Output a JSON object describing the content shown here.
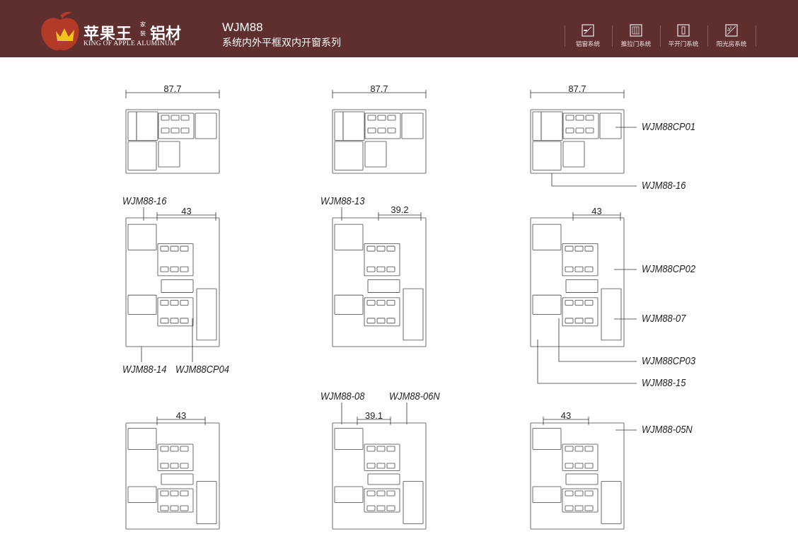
{
  "header": {
    "brand_cn": "苹果王",
    "brand_small": "家装",
    "brand_cn2": "铝材",
    "brand_en": "KING OF APPLE ALUMINUM",
    "title": "WJM88",
    "subtitle": "系统内外平框双内开窗系列",
    "nav": [
      {
        "label": "铝窗系统",
        "icon": "window-icon"
      },
      {
        "label": "推拉门系统",
        "icon": "sliding-door-icon"
      },
      {
        "label": "平开门系统",
        "icon": "casement-door-icon"
      },
      {
        "label": "阳光房系统",
        "icon": "sunroom-icon"
      }
    ],
    "colors": {
      "bg": "#5f2e2e",
      "apple": "#b33a26",
      "crown": "#f2c31a"
    }
  },
  "drawings": {
    "row1": {
      "dims": [
        "87.7",
        "87.7",
        "87.7"
      ]
    },
    "row2": {
      "dims": [
        "43",
        "39.2",
        "43"
      ]
    },
    "row3": {
      "dims": [
        "43",
        "39.1",
        "43"
      ]
    }
  },
  "labels": {
    "cp01": "WJM88CP01",
    "b16_right": "WJM88-16",
    "b16_left": "WJM88-16",
    "b13": "WJM88-13",
    "cp02": "WJM88CP02",
    "b07": "WJM88-07",
    "cp03": "WJM88CP03",
    "b15": "WJM88-15",
    "b14": "WJM88-14",
    "cp04": "WJM88CP04",
    "b08": "WJM88-08",
    "b06n": "WJM88-06N",
    "b05n": "WJM88-05N"
  }
}
